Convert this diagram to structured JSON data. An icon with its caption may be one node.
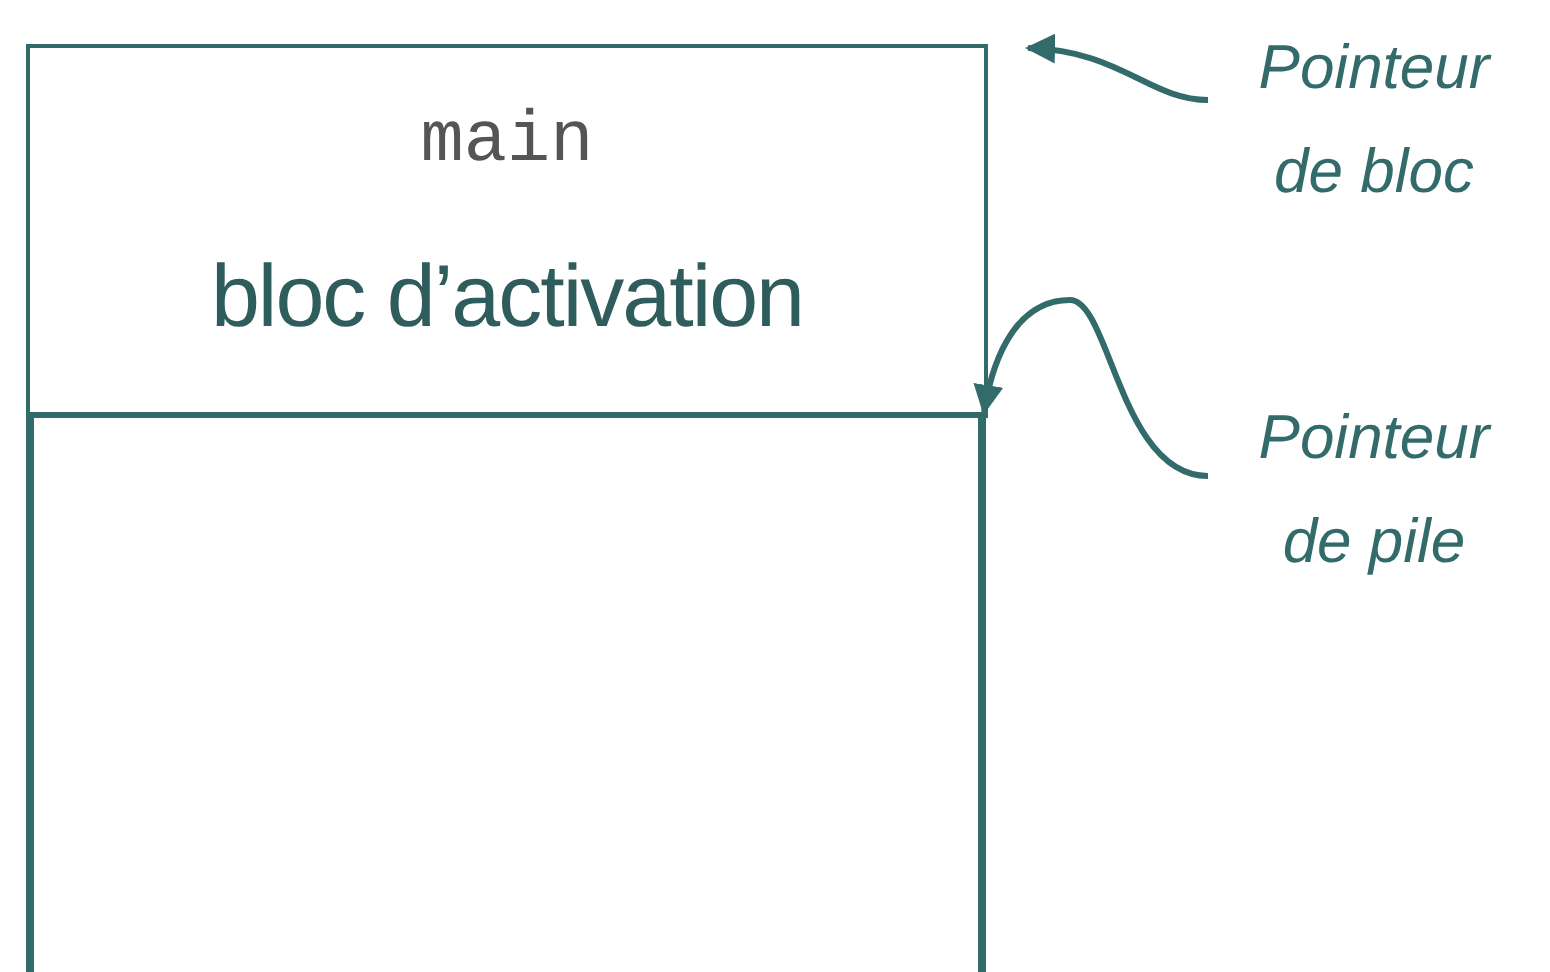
{
  "diagram": {
    "nodes": [
      {
        "text": [
          "main",
          "bloc d’activation"
        ]
      },
      {
        "text": [
          "Pointeur de bloc"
        ]
      },
      {
        "text": [
          "Pointeur de pile"
        ]
      }
    ],
    "edges": [
      {
        "from": 1,
        "to": 0,
        "arrow": "to"
      },
      {
        "from": 2,
        "to": 0,
        "arrow": "to"
      }
    ]
  }
}
